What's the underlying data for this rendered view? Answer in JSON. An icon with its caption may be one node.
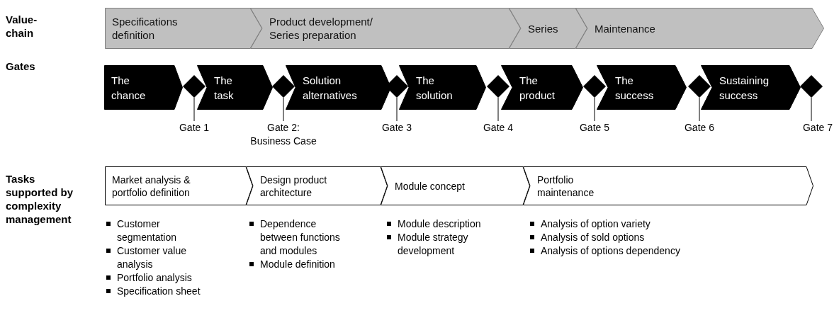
{
  "diagram": {
    "nodes": [
      {
        "text": [
          "Specifications definition"
        ]
      },
      {
        "text": [
          "Product development/ Series preparation"
        ]
      },
      {
        "text": [
          "Series"
        ]
      },
      {
        "text": [
          "Maintenance"
        ]
      },
      {
        "text": [
          "The chance"
        ]
      },
      {
        "text": [],
        "shape": "diamond"
      },
      {
        "text": [
          "The task"
        ]
      },
      {
        "text": [],
        "shape": "diamond"
      },
      {
        "text": [
          "Solution alternatives"
        ]
      },
      {
        "text": [],
        "shape": "diamond"
      },
      {
        "text": [
          "The solution"
        ]
      },
      {
        "text": [],
        "shape": "diamond"
      },
      {
        "text": [
          "The product"
        ]
      },
      {
        "text": [],
        "shape": "diamond"
      },
      {
        "text": [
          "The success"
        ]
      },
      {
        "text": [],
        "shape": "diamond"
      },
      {
        "text": [
          "Sustaining success"
        ]
      },
      {
        "text": [],
        "shape": "diamond"
      },
      {
        "text": [
          "Gate 1"
        ]
      },
      {
        "text": [
          "Gate 2: Business Case"
        ]
      },
      {
        "text": [
          "Gate 3"
        ]
      },
      {
        "text": [
          "Gate 4"
        ]
      },
      {
        "text": [
          "Gate 5"
        ]
      },
      {
        "text": [
          "Gate 6"
        ]
      },
      {
        "text": [
          "Gate 7"
        ]
      },
      {
        "text": [
          "Market analysis & portfolio definition"
        ]
      },
      {
        "text": [
          "Design product architecture"
        ]
      },
      {
        "text": [
          "Module concept"
        ]
      },
      {
        "text": [
          "Portfolio maintenance"
        ]
      }
    ],
    "edges": [
      {
        "from": 18,
        "to": 5,
        "arrow": "none"
      },
      {
        "from": 19,
        "to": 7,
        "arrow": "none"
      },
      {
        "from": 20,
        "to": 9,
        "arrow": "none"
      },
      {
        "from": 21,
        "to": 11,
        "arrow": "none"
      },
      {
        "from": 22,
        "to": 13,
        "arrow": "none"
      },
      {
        "from": 23,
        "to": 15,
        "arrow": "none"
      },
      {
        "from": 24,
        "to": 17,
        "arrow": "none"
      }
    ],
    "labels": [
      "Value-chain",
      "Gates",
      "Tasks supported by complexity management",
      "Customer segmentation",
      "Customer value analysis",
      "Portfolio analysis",
      "Specification sheet",
      "Dependence between functions and modules",
      "Module definition",
      "Module description",
      "Module strategy development",
      "Analysis of option variety",
      "Analysis of sold options",
      "Analysis of options dependency"
    ]
  }
}
